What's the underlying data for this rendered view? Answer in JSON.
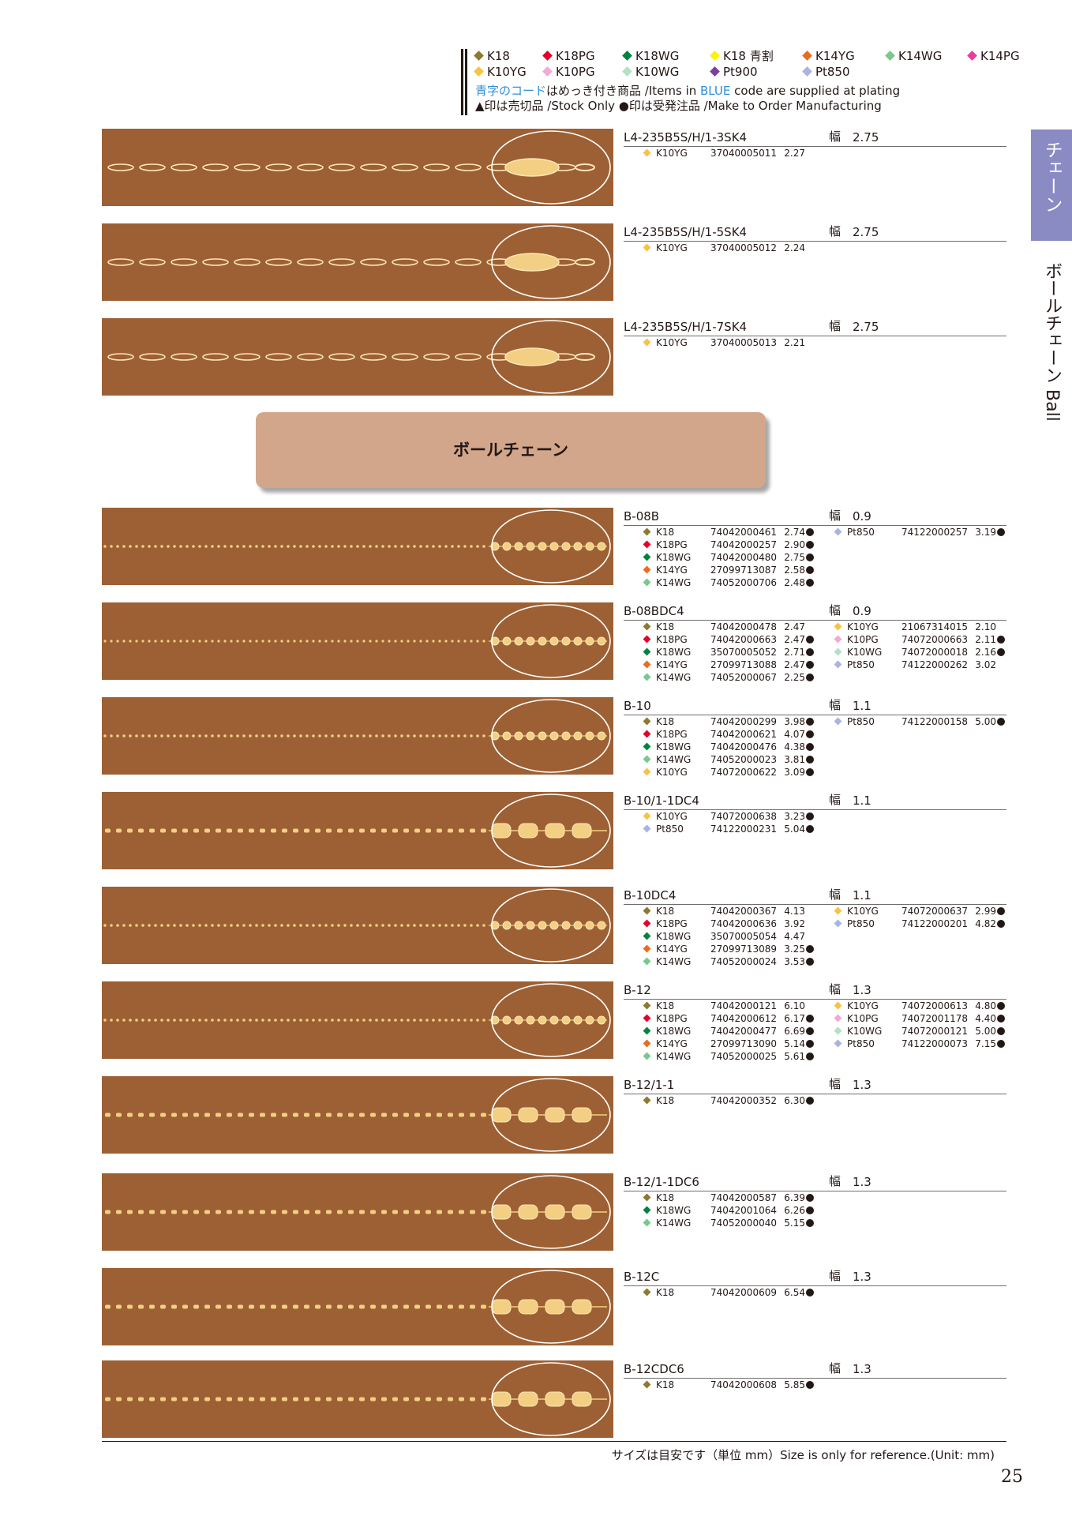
{
  "colors": {
    "K18": "#8c7a2f",
    "K18PG": "#e6002d",
    "K18WG": "#00843d",
    "K18_blue_split": "#fff100",
    "K14YG": "#ec6c1f",
    "K14WG": "#79c88e",
    "K14PG": "#e83e9a",
    "K10YG": "#f6c343",
    "K10PG": "#f4a8d2",
    "K10WG": "#b6dfc4",
    "Pt900": "#7b3fa0",
    "Pt850": "#aab4e0",
    "chain_bg": "#9d6034",
    "banner_bg": "#d2a68b",
    "tab_bg": "#8a8bc3"
  },
  "legend": {
    "items": [
      {
        "label": "K18",
        "color": "#8c7a2f"
      },
      {
        "label": "K18PG",
        "color": "#e6002d"
      },
      {
        "label": "K18WG",
        "color": "#00843d"
      },
      {
        "label": "K18 青割",
        "color": "#fff100"
      },
      {
        "label": "K14YG",
        "color": "#ec6c1f"
      },
      {
        "label": "K14WG",
        "color": "#79c88e"
      },
      {
        "label": "K14PG",
        "color": "#e83e9a"
      },
      {
        "label": "K10YG",
        "color": "#f6c343"
      },
      {
        "label": "K10PG",
        "color": "#f4a8d2"
      },
      {
        "label": "K10WG",
        "color": "#b6dfc4"
      },
      {
        "label": "Pt900",
        "color": "#7b3fa0"
      },
      {
        "label": "Pt850",
        "color": "#aab4e0"
      }
    ],
    "note_blue_jp": "青字のコード",
    "note_mid_jp": "はめっき付き商品 /Items in ",
    "note_blue_en": "BLUE",
    "note_end": " code are supplied at plating",
    "note_stock": "▲印は売切品 /Stock Only ●印は受発注品 /Make to Order Manufacturing"
  },
  "side_tab": "チェーン",
  "side_label": "ボールチェーン Ball",
  "banner": "ボールチェーン",
  "width_label": "幅",
  "entries": [
    {
      "code": "L4-235B5S/H/1-3SK4",
      "width": "2.75",
      "style": "link",
      "left": [
        {
          "m": "K10YG",
          "c": "#f6c343",
          "pc": "37040005011",
          "p": "2.27",
          "dot": false
        }
      ],
      "right": []
    },
    {
      "code": "L4-235B5S/H/1-5SK4",
      "width": "2.75",
      "style": "link",
      "left": [
        {
          "m": "K10YG",
          "c": "#f6c343",
          "pc": "37040005012",
          "p": "2.24",
          "dot": false
        }
      ],
      "right": []
    },
    {
      "code": "L4-235B5S/H/1-7SK4",
      "width": "2.75",
      "style": "link",
      "left": [
        {
          "m": "K10YG",
          "c": "#f6c343",
          "pc": "37040005013",
          "p": "2.21",
          "dot": false
        }
      ],
      "right": []
    },
    {
      "code": "B-08B",
      "width": "0.9",
      "style": "ball",
      "left": [
        {
          "m": "K18",
          "c": "#8c7a2f",
          "pc": "74042000461",
          "p": "2.74",
          "dot": true
        },
        {
          "m": "K18PG",
          "c": "#e6002d",
          "pc": "74042000257",
          "p": "2.90",
          "dot": true
        },
        {
          "m": "K18WG",
          "c": "#00843d",
          "pc": "74042000480",
          "p": "2.75",
          "dot": true
        },
        {
          "m": "K14YG",
          "c": "#ec6c1f",
          "pc": "27099713087",
          "p": "2.58",
          "dot": true
        },
        {
          "m": "K14WG",
          "c": "#79c88e",
          "pc": "74052000706",
          "p": "2.48",
          "dot": true
        }
      ],
      "right": [
        {
          "m": "Pt850",
          "c": "#aab4e0",
          "pc": "74122000257",
          "p": "3.19",
          "dot": true
        }
      ]
    },
    {
      "code": "B-08BDC4",
      "width": "0.9",
      "style": "ballcut",
      "left": [
        {
          "m": "K18",
          "c": "#8c7a2f",
          "pc": "74042000478",
          "p": "2.47",
          "dot": false
        },
        {
          "m": "K18PG",
          "c": "#e6002d",
          "pc": "74042000663",
          "p": "2.47",
          "dot": true
        },
        {
          "m": "K18WG",
          "c": "#00843d",
          "pc": "35070005052",
          "p": "2.71",
          "dot": true
        },
        {
          "m": "K14YG",
          "c": "#ec6c1f",
          "pc": "27099713088",
          "p": "2.47",
          "dot": true
        },
        {
          "m": "K14WG",
          "c": "#79c88e",
          "pc": "74052000067",
          "p": "2.25",
          "dot": true
        }
      ],
      "right": [
        {
          "m": "K10YG",
          "c": "#f6c343",
          "pc": "21067314015",
          "p": "2.10",
          "dot": false
        },
        {
          "m": "K10PG",
          "c": "#f4a8d2",
          "pc": "74072000663",
          "p": "2.11",
          "dot": true
        },
        {
          "m": "K10WG",
          "c": "#b6dfc4",
          "pc": "74072000018",
          "p": "2.16",
          "dot": true
        },
        {
          "m": "Pt850",
          "c": "#aab4e0",
          "pc": "74122000262",
          "p": "3.02",
          "dot": false
        }
      ]
    },
    {
      "code": "B-10",
      "width": "1.1",
      "style": "ball",
      "left": [
        {
          "m": "K18",
          "c": "#8c7a2f",
          "pc": "74042000299",
          "p": "3.98",
          "dot": true
        },
        {
          "m": "K18PG",
          "c": "#e6002d",
          "pc": "74042000621",
          "p": "4.07",
          "dot": true
        },
        {
          "m": "K18WG",
          "c": "#00843d",
          "pc": "74042000476",
          "p": "4.38",
          "dot": true
        },
        {
          "m": "K14WG",
          "c": "#79c88e",
          "pc": "74052000023",
          "p": "3.81",
          "dot": true
        },
        {
          "m": "K10YG",
          "c": "#f6c343",
          "pc": "74072000622",
          "p": "3.09",
          "dot": true
        }
      ],
      "right": [
        {
          "m": "Pt850",
          "c": "#aab4e0",
          "pc": "74122000158",
          "p": "5.00",
          "dot": true
        }
      ]
    },
    {
      "code": "B-10/1-1DC4",
      "width": "1.1",
      "style": "barrel",
      "left": [
        {
          "m": "K10YG",
          "c": "#f6c343",
          "pc": "74072000638",
          "p": "3.23",
          "dot": true
        },
        {
          "m": "Pt850",
          "c": "#aab4e0",
          "pc": "74122000231",
          "p": "5.04",
          "dot": true
        }
      ],
      "right": []
    },
    {
      "code": "B-10DC4",
      "width": "1.1",
      "style": "ball",
      "left": [
        {
          "m": "K18",
          "c": "#8c7a2f",
          "pc": "74042000367",
          "p": "4.13",
          "dot": false
        },
        {
          "m": "K18PG",
          "c": "#e6002d",
          "pc": "74042000636",
          "p": "3.92",
          "dot": false
        },
        {
          "m": "K18WG",
          "c": "#00843d",
          "pc": "35070005054",
          "p": "4.47",
          "dot": false
        },
        {
          "m": "K14YG",
          "c": "#ec6c1f",
          "pc": "27099713089",
          "p": "3.25",
          "dot": true
        },
        {
          "m": "K14WG",
          "c": "#79c88e",
          "pc": "74052000024",
          "p": "3.53",
          "dot": true
        }
      ],
      "right": [
        {
          "m": "K10YG",
          "c": "#f6c343",
          "pc": "74072000637",
          "p": "2.99",
          "dot": true
        },
        {
          "m": "Pt850",
          "c": "#aab4e0",
          "pc": "74122000201",
          "p": "4.82",
          "dot": true
        }
      ]
    },
    {
      "code": "B-12",
      "width": "1.3",
      "style": "ball",
      "left": [
        {
          "m": "K18",
          "c": "#8c7a2f",
          "pc": "74042000121",
          "p": "6.10",
          "dot": false
        },
        {
          "m": "K18PG",
          "c": "#e6002d",
          "pc": "74042000612",
          "p": "6.17",
          "dot": true
        },
        {
          "m": "K18WG",
          "c": "#00843d",
          "pc": "74042000477",
          "p": "6.69",
          "dot": true
        },
        {
          "m": "K14YG",
          "c": "#ec6c1f",
          "pc": "27099713090",
          "p": "5.14",
          "dot": true
        },
        {
          "m": "K14WG",
          "c": "#79c88e",
          "pc": "74052000025",
          "p": "5.61",
          "dot": true
        }
      ],
      "right": [
        {
          "m": "K10YG",
          "c": "#f6c343",
          "pc": "74072000613",
          "p": "4.80",
          "dot": true
        },
        {
          "m": "K10PG",
          "c": "#f4a8d2",
          "pc": "74072001178",
          "p": "4.40",
          "dot": true
        },
        {
          "m": "K10WG",
          "c": "#b6dfc4",
          "pc": "74072000121",
          "p": "5.00",
          "dot": true
        },
        {
          "m": "Pt850",
          "c": "#aab4e0",
          "pc": "74122000073",
          "p": "7.15",
          "dot": true
        }
      ]
    },
    {
      "code": "B-12/1-1",
      "width": "1.3",
      "style": "barrel",
      "left": [
        {
          "m": "K18",
          "c": "#8c7a2f",
          "pc": "74042000352",
          "p": "6.30",
          "dot": true
        }
      ],
      "right": []
    },
    {
      "code": "B-12/1-1DC6",
      "width": "1.3",
      "style": "barrel",
      "left": [
        {
          "m": "K18",
          "c": "#8c7a2f",
          "pc": "74042000587",
          "p": "6.39",
          "dot": true
        },
        {
          "m": "K18WG",
          "c": "#00843d",
          "pc": "74042001064",
          "p": "6.26",
          "dot": true
        },
        {
          "m": "K14WG",
          "c": "#79c88e",
          "pc": "74052000040",
          "p": "5.15",
          "dot": true
        }
      ],
      "right": []
    },
    {
      "code": "B-12C",
      "width": "1.3",
      "style": "barrel",
      "left": [
        {
          "m": "K18",
          "c": "#8c7a2f",
          "pc": "74042000609",
          "p": "6.54",
          "dot": true
        }
      ],
      "right": []
    },
    {
      "code": "B-12CDC6",
      "width": "1.3",
      "style": "barrel",
      "left": [
        {
          "m": "K18",
          "c": "#8c7a2f",
          "pc": "74042000608",
          "p": "5.85",
          "dot": true
        }
      ],
      "right": []
    }
  ],
  "footer": {
    "note": "サイズは目安です（単位 mm）Size is only for reference.(Unit: mm)",
    "page": "25"
  }
}
